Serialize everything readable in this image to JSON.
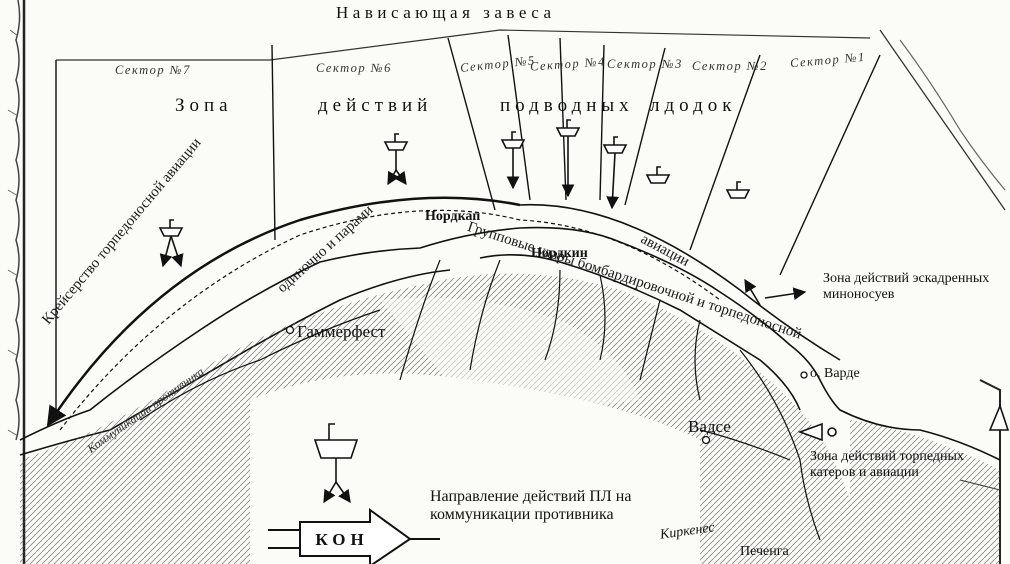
{
  "header": {
    "title": "Нависающая завеса"
  },
  "zone_words": [
    "Зопа",
    "действий",
    "подводных",
    "лдодок"
  ],
  "sectors": [
    "Сектор №7",
    "Сектор №6",
    "Сектор №5",
    "Сектор №4",
    "Сектор №3",
    "Сектор №2",
    "Сектор №1"
  ],
  "places": {
    "nordkap": "Нордкап",
    "nordkin": "Нордкин",
    "hammerfest": "Гаммерфест",
    "varde": "о. Варде",
    "vadse": "Вадсе",
    "pechenga": "Печенга",
    "kirkenes": "Киркенес"
  },
  "route_labels": {
    "cruising": "Крейсерство торпедоносной авиации",
    "single": "одиночно и парами",
    "group": "Групповые удары бомбардировочной и торпедоносной",
    "aviation": "авиации",
    "fjord": "Коммуникации противника"
  },
  "notes": {
    "destroyers": "Зона действий эскадренных миноносуев",
    "boats": "Зона действий торпедных катеров и авиации"
  },
  "legend": {
    "text": "Направление действий ПЛ на коммуникации противника",
    "kon": "КОН"
  },
  "icons": [
    "submarine-icon",
    "aircraft-icon",
    "torpedo-boat-icon",
    "arrow-icon"
  ]
}
